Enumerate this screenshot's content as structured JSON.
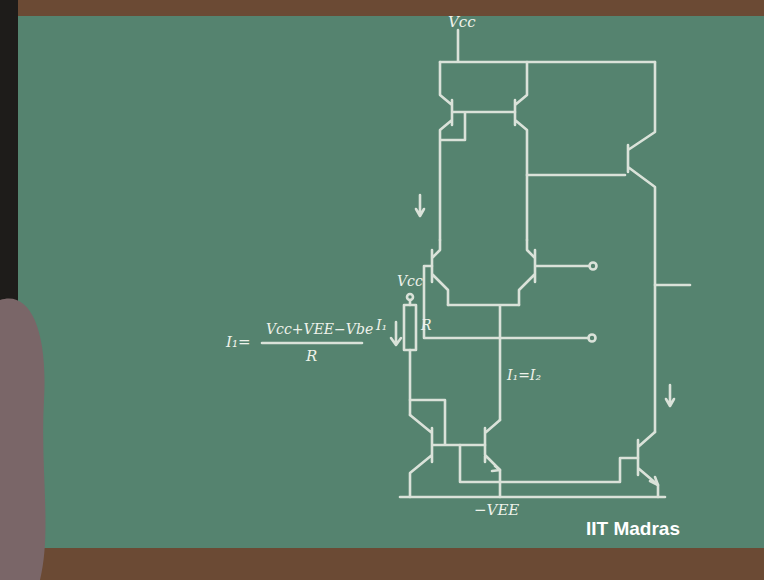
{
  "diagram": {
    "labels": [
      "Vcc",
      "I₁=",
      "Vcc+VEE−Vbe",
      "R",
      "Vcc",
      "I₁",
      "R",
      "I₁=I₂",
      "−VEE",
      "IIT Madras"
    ]
  }
}
